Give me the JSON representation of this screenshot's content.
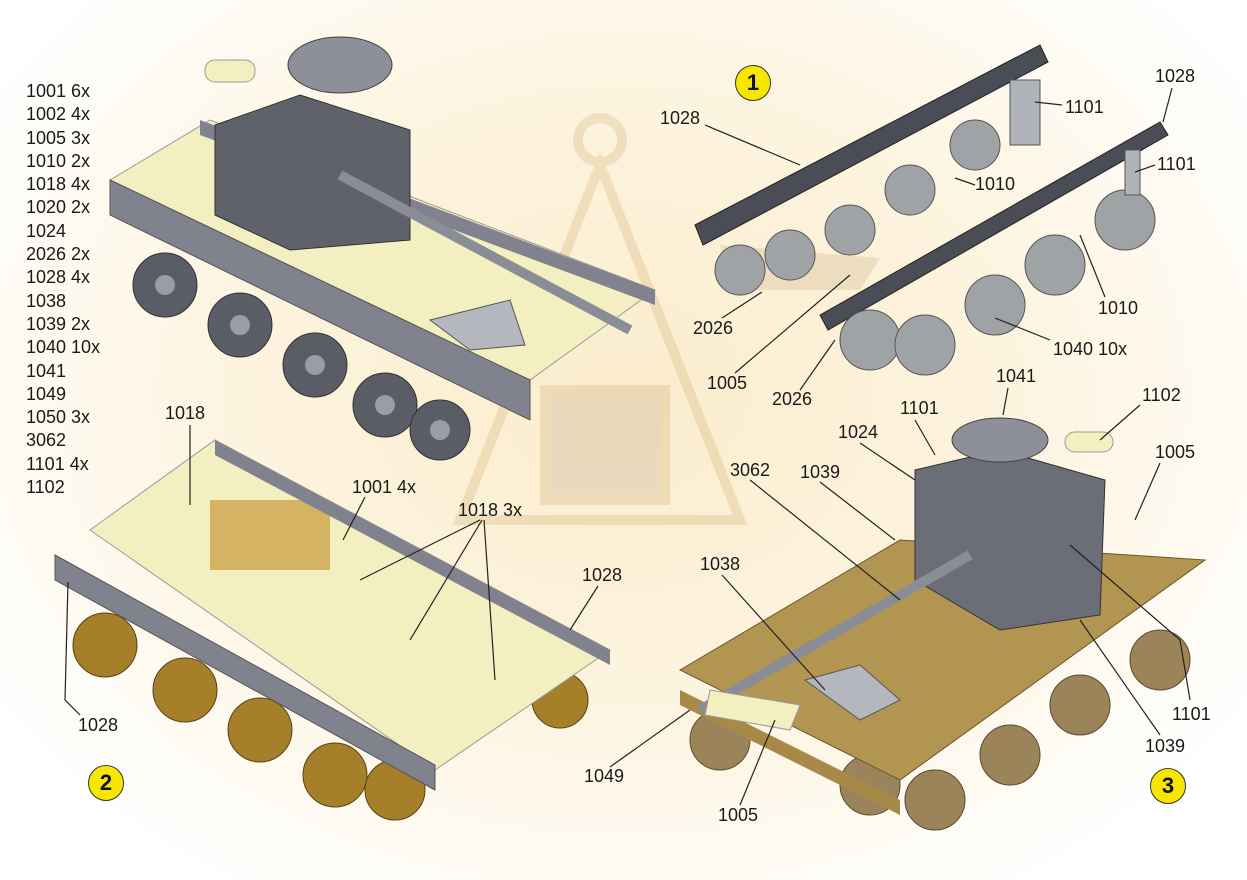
{
  "parts_list": [
    "1001 6x",
    "1002 4x",
    "1005 3x",
    "1010 2x",
    "1018 4x",
    "1020 2x",
    "1024",
    "2026 2x",
    "1028 4x",
    "1038",
    "1039 2x",
    "1040 10x",
    "1041",
    "1049",
    "1050 3x",
    "3062",
    "1101 4x",
    "1102"
  ],
  "steps": [
    {
      "number": "1",
      "labels": [
        "1028",
        "1101",
        "1028",
        "1101",
        "1010",
        "1010",
        "2026",
        "1005",
        "2026",
        "1040 10x"
      ]
    },
    {
      "number": "2",
      "labels": [
        "1018",
        "1001 4x",
        "1018 3x",
        "1028",
        "1028"
      ]
    },
    {
      "number": "3",
      "labels": [
        "1041",
        "1101",
        "1102",
        "1024",
        "1005",
        "3062",
        "1039",
        "1038",
        "1101",
        "1039",
        "1049",
        "1005"
      ]
    }
  ],
  "colors": {
    "badge": "#f7e600",
    "metal": "#7c7f8a",
    "plate": "#f4efc0",
    "brass": "#b8912f"
  }
}
